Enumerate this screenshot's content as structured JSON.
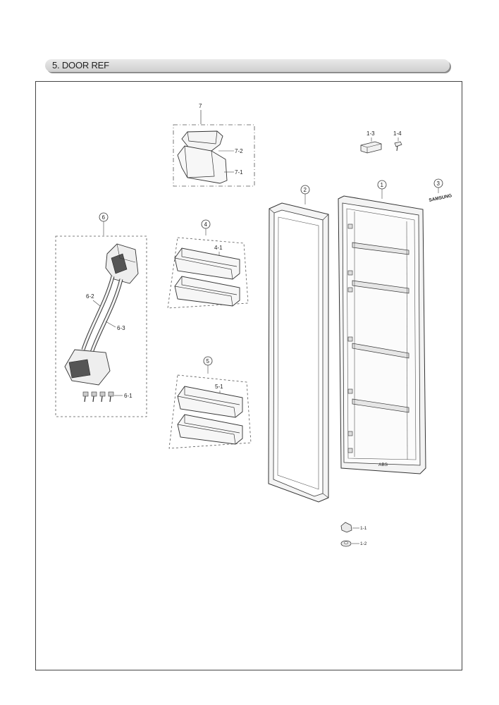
{
  "header": {
    "title": "5. DOOR REF"
  },
  "callouts": {
    "c1": "1",
    "c1_1": "1-1",
    "c1_2": "1-2",
    "c1_3": "1-3",
    "c1_4": "1-4",
    "c2": "2",
    "c3": "3",
    "c4": "4",
    "c4_1": "4-1",
    "c5": "5",
    "c5_1": "5-1",
    "c6": "6",
    "c6_1": "6-1",
    "c6_2": "6-2",
    "c6_3": "6-3",
    "c7": "7",
    "c7_1": "7-1",
    "c7_2": "7-2"
  },
  "markings": {
    "brand": "SAMSUNG",
    "material": "ABS"
  }
}
